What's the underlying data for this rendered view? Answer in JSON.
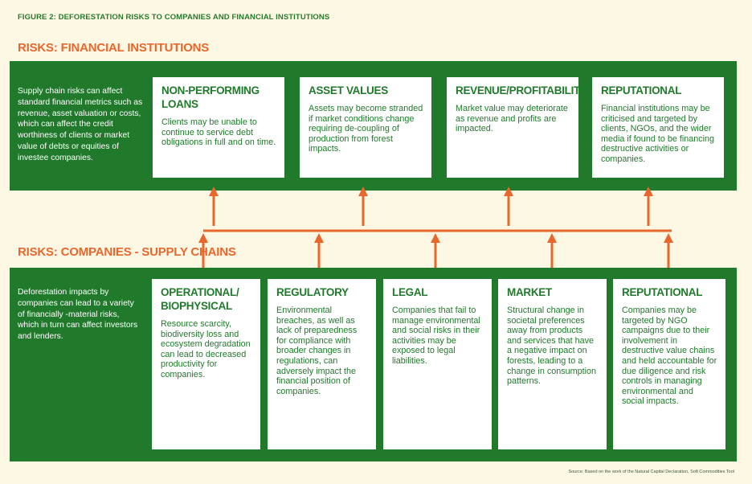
{
  "figure_title": "FIGURE 2: DEFORESTATION RISKS TO COMPANIES AND FINANCIAL INSTITUTIONS",
  "financial": {
    "heading": "RISKS: FINANCIAL INSTITUTIONS",
    "intro": "Supply chain risks can affect standard financial metrics such as revenue, asset valuation or costs, which can affect the credit worthiness of clients or market value of debts or equities of investee companies.",
    "boxes": [
      {
        "title": "NON-PERFORMING LOANS",
        "body": "Clients may be unable to continue to service debt obligations in full and on time."
      },
      {
        "title": "ASSET VALUES",
        "body": "Assets may become stranded if market conditions change requiring de-coupling of production from forest impacts."
      },
      {
        "title": "REVENUE/PROFITABILITY",
        "body": "Market value may deteriorate as revenue and profits are impacted."
      },
      {
        "title": "REPUTATIONAL",
        "body": "Financial institutions may be criticised and targeted by clients, NGOs, and the wider media if found to be financing destructive activities or companies."
      }
    ]
  },
  "companies": {
    "heading": "RISKS: COMPANIES - SUPPLY CHAINS",
    "intro": "Deforestation impacts by companies can lead to a variety of financially -material risks, which in turn can affect investors and lenders.",
    "boxes": [
      {
        "title": "OPERATIONAL/ BIOPHYSICAL",
        "body": "Resource scarcity, biodiversity loss and ecosystem degradation can lead to decreased productivity for companies."
      },
      {
        "title": "REGULATORY",
        "body": "Environmental breaches, as well as lack of preparedness for compliance with broader changes in regulations, can adversely impact the financial position of companies."
      },
      {
        "title": "LEGAL",
        "body": "Companies that fail to manage environmental and social risks in their activities may be exposed to legal liabilities."
      },
      {
        "title": "MARKET",
        "body": "Structural change in societal preferences away from products and services that have a negative impact on forests, leading to a change in consumption patterns."
      },
      {
        "title": "REPUTATIONAL",
        "body": "Companies may be targeted by NGO campaigns due to their involvement in destructive value chains and held accountable for due diligence and risk controls in managing environmental and social impacts."
      }
    ]
  },
  "source": "Source: Based on the work of the Natural Capital Declaration, Soft Commodities Tool",
  "colors": {
    "green": "#217a2c",
    "orange": "#e8672c",
    "background": "#fdf8e4"
  }
}
